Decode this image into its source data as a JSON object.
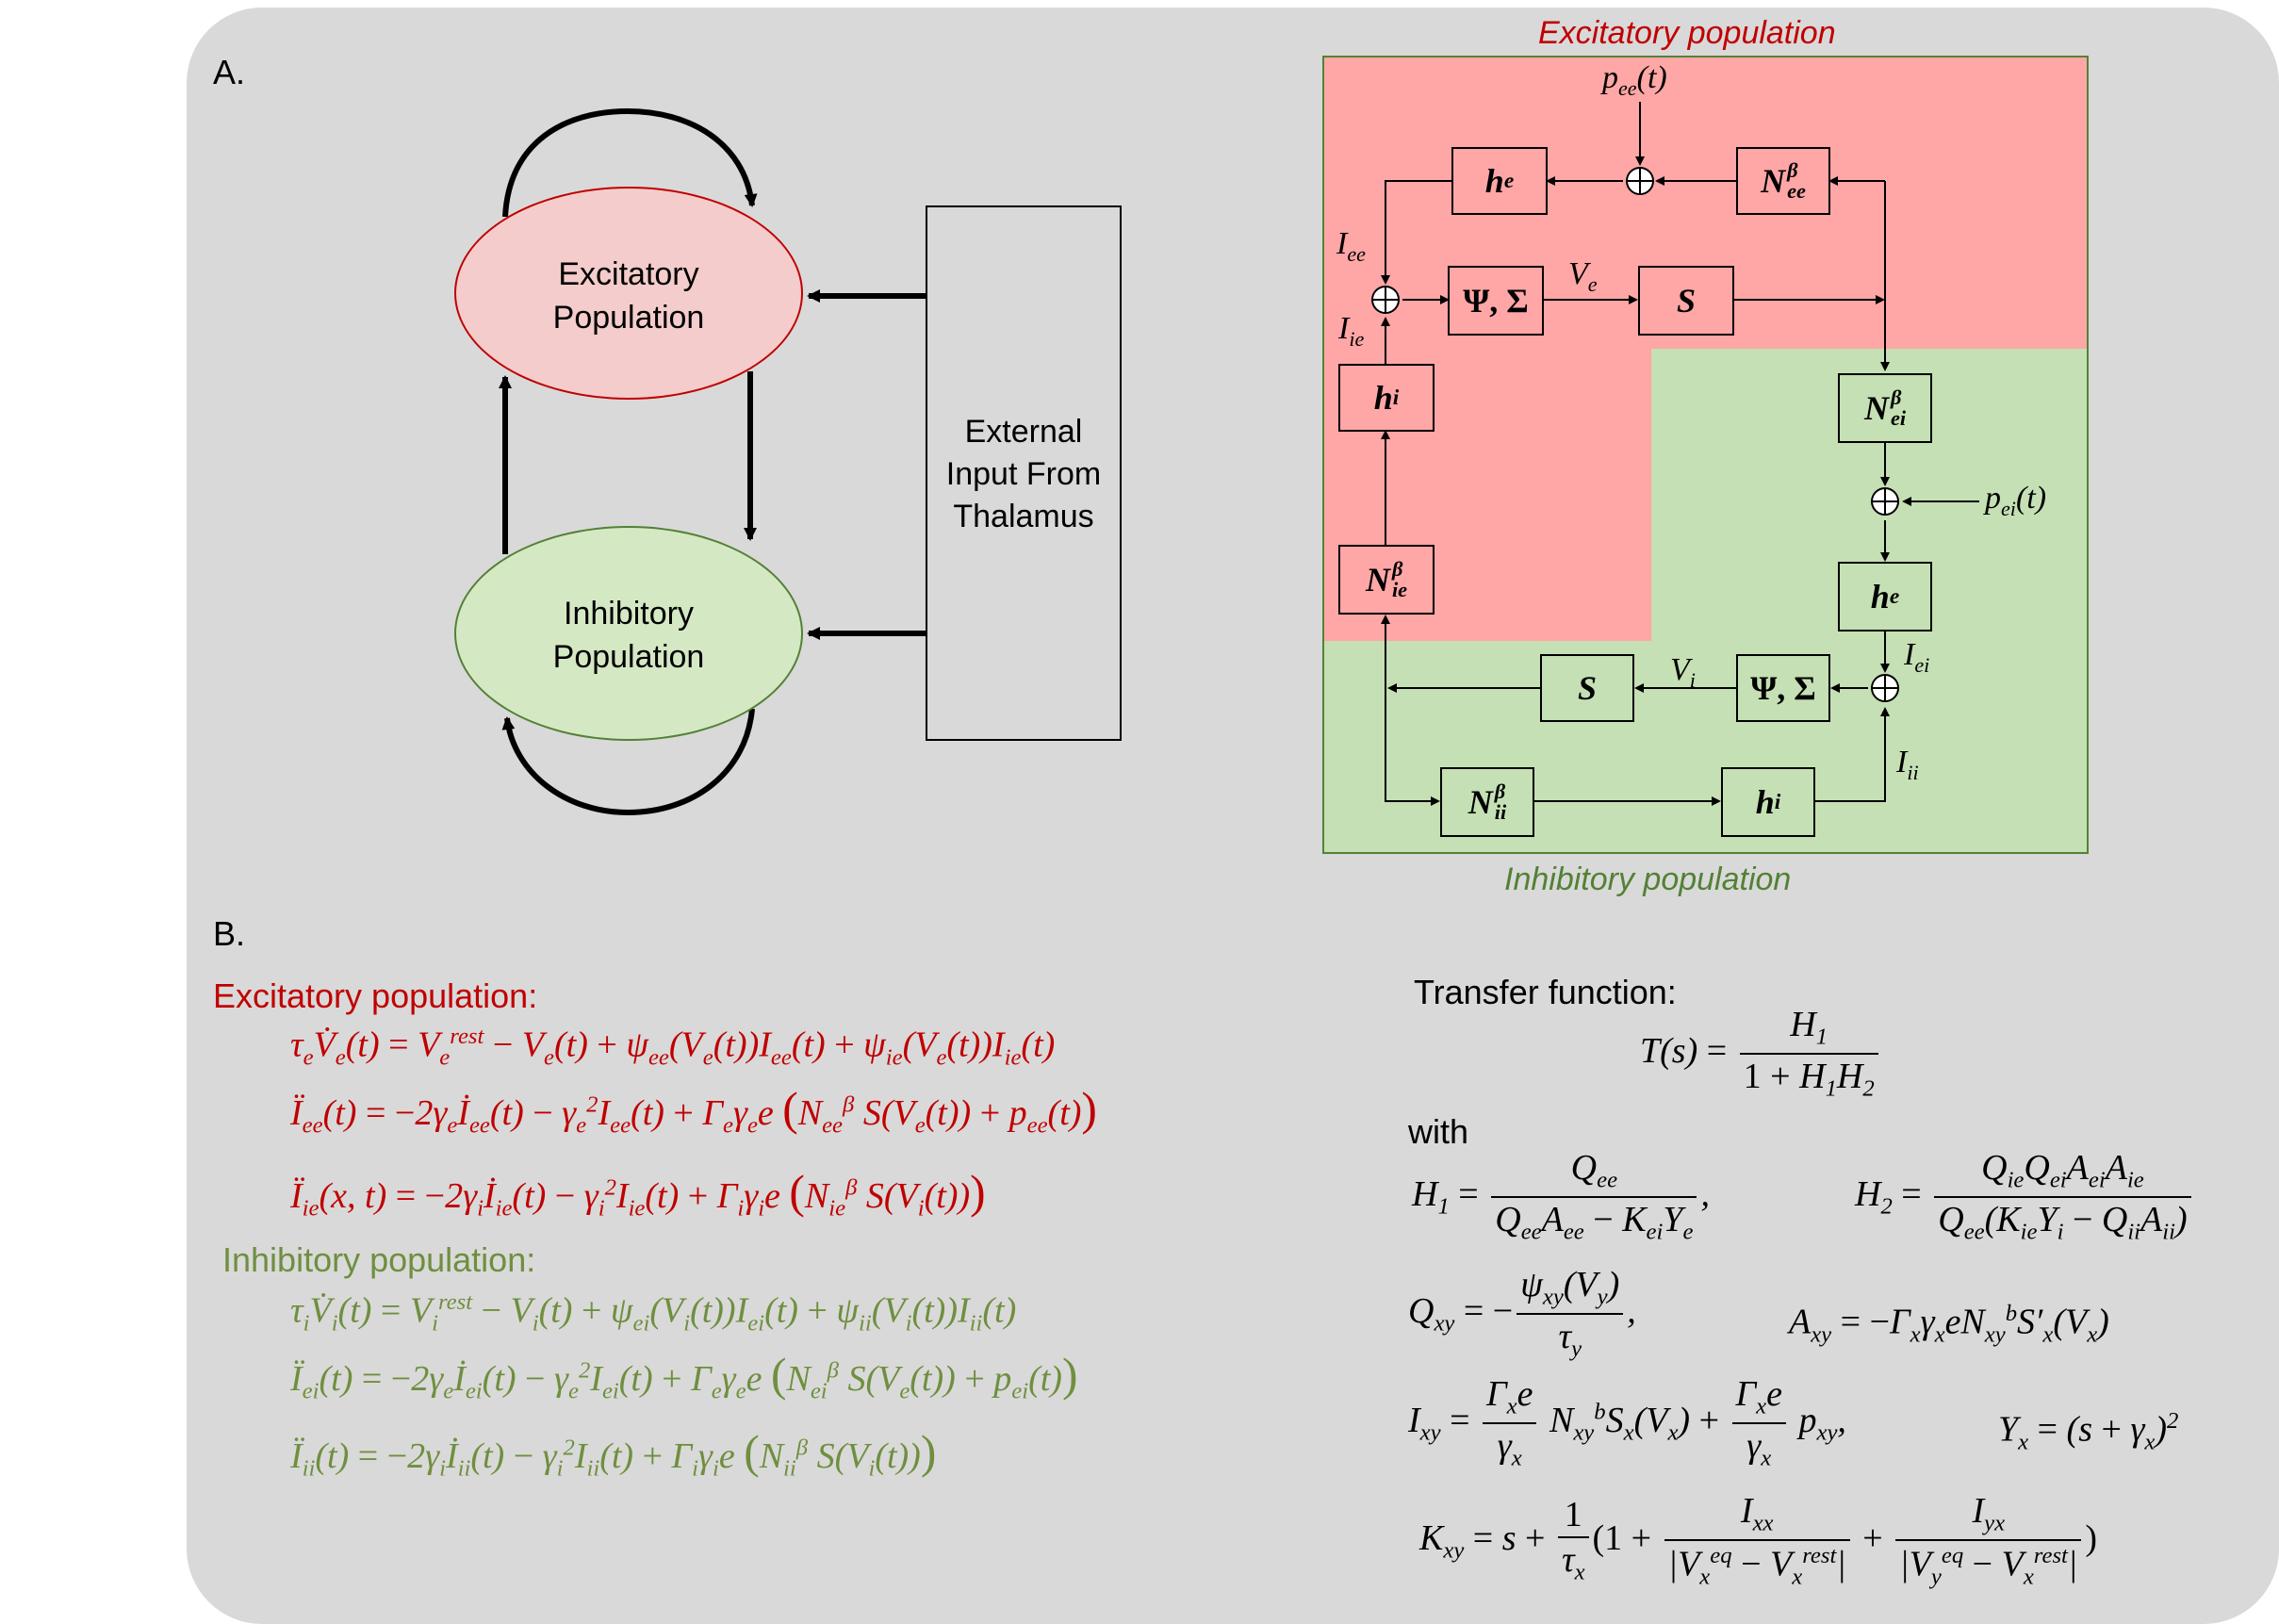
{
  "panel_a": {
    "label": "A.",
    "excitatory_node": {
      "line1": "Excitatory",
      "line2": "Population",
      "fill": "#f4cccc",
      "stroke": "#c00000"
    },
    "inhibitory_node": {
      "line1": "Inhibitory",
      "line2": "Population",
      "fill": "#d5e8c4",
      "stroke": "#538135"
    },
    "thalamus_box": {
      "line1": "External",
      "line2": "Input From",
      "line3": "Thalamus"
    },
    "block_diagram": {
      "excitatory_title": "Excitatory population",
      "inhibitory_title": "Inhibitory population",
      "excitatory_color": "#ffa6a6",
      "inhibitory_color": "#c5e0b4",
      "blocks": [
        "h_e",
        "N^β_ee",
        "Ψ,Σ",
        "S",
        "h_i",
        "N^β_ie",
        "N^β_ei",
        "h_e",
        "Ψ,Σ",
        "S",
        "N^β_ii",
        "h_i"
      ],
      "signals": [
        "p_ee(t)",
        "I_ee",
        "I_ie",
        "V_e",
        "p_ei(t)",
        "I_ei",
        "V_i",
        "I_ii"
      ]
    }
  },
  "panel_b": {
    "label": "B.",
    "excitatory_heading": "Excitatory population:",
    "inhibitory_heading": "Inhibitory population:",
    "transfer_heading": "Transfer function:",
    "with_label": "with"
  },
  "colors": {
    "excitatory_text": "#c00000",
    "inhibitory_text": "#6f8f3f"
  }
}
